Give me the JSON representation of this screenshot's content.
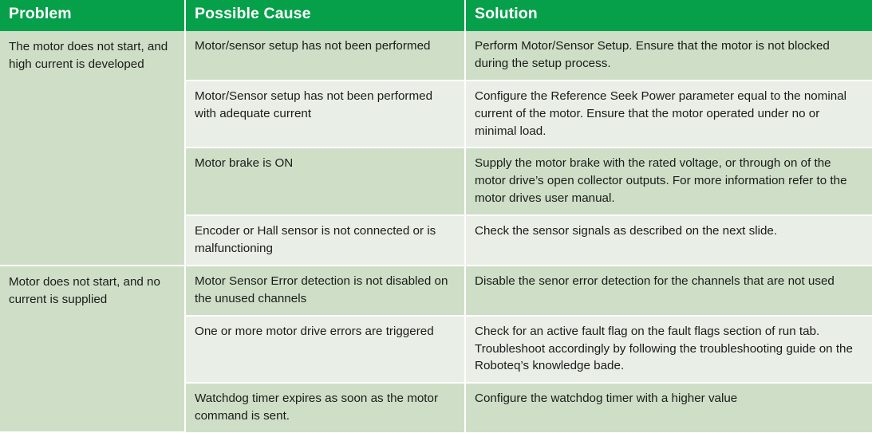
{
  "table": {
    "columns": [
      {
        "key": "problem",
        "label": "Problem"
      },
      {
        "key": "cause",
        "label": "Possible Cause"
      },
      {
        "key": "solution",
        "label": "Solution"
      }
    ],
    "colors": {
      "header_background": "#06A04A",
      "header_text": "#FFFFFF",
      "row_dark": "#CFDFC7",
      "row_light": "#E9EFE6",
      "grid_line": "#FFFFFF",
      "body_text": "#1B1B1B"
    },
    "groups": [
      {
        "problem": "The motor does not start, and high current is developed",
        "rows": [
          {
            "cause": "Motor/sensor setup has not been performed",
            "solution": "Perform Motor/Sensor Setup. Ensure that the motor is not blocked during the setup process.",
            "tone": "dark"
          },
          {
            "cause": "Motor/Sensor setup has not been performed with adequate current",
            "solution": "Configure the Reference Seek Power parameter equal to the nominal current of the motor. Ensure that the motor operated under no or minimal load.",
            "tone": "light"
          },
          {
            "cause": "Motor brake is ON",
            "solution": "Supply the motor brake with the rated voltage, or through on of the motor drive’s open collector outputs. For more information refer to the motor drives user manual.",
            "tone": "dark"
          },
          {
            "cause": "Encoder or Hall sensor is not connected or is malfunctioning",
            "solution": "Check the sensor signals as described on the next slide.",
            "tone": "light"
          }
        ]
      },
      {
        "problem": "Motor does not start, and no current is supplied",
        "rows": [
          {
            "cause": "Motor Sensor Error detection is not disabled on the unused channels",
            "solution": "Disable the senor error detection for the channels that are not used",
            "tone": "dark"
          },
          {
            "cause": "One or more motor drive errors are triggered",
            "solution": "Check for an active fault flag on the fault flags section of run tab. Troubleshoot accordingly by following the troubleshooting guide on the Roboteq’s knowledge bade.",
            "tone": "light"
          },
          {
            "cause": "Watchdog timer expires as soon as the motor command is sent.",
            "solution": "Configure the watchdog timer with a higher value",
            "tone": "dark"
          }
        ]
      }
    ]
  }
}
